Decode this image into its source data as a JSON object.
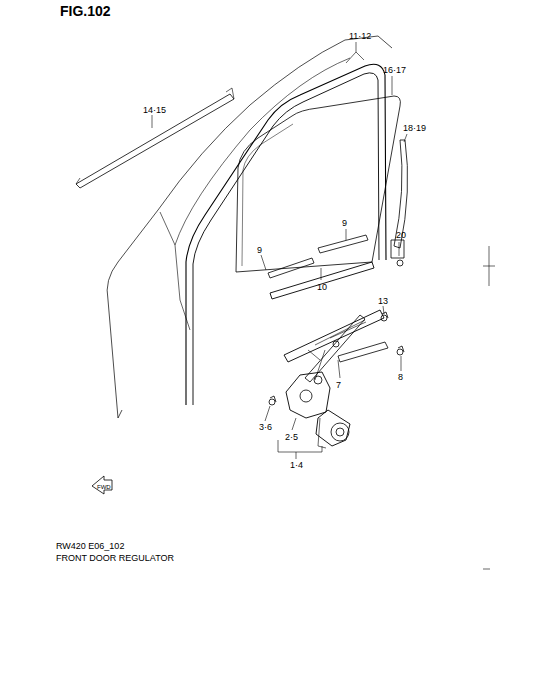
{
  "diagram": {
    "title": "FIG.102",
    "labels": [
      "11·12",
      "16·17",
      "14·15",
      "18·19",
      "9",
      "9",
      "10",
      "20",
      "13",
      "8",
      "7",
      "3·6",
      "2·5",
      "1·4",
      "FWD",
      "RW420 E06_102",
      "FRONT DOOR REGULATOR"
    ]
  }
}
